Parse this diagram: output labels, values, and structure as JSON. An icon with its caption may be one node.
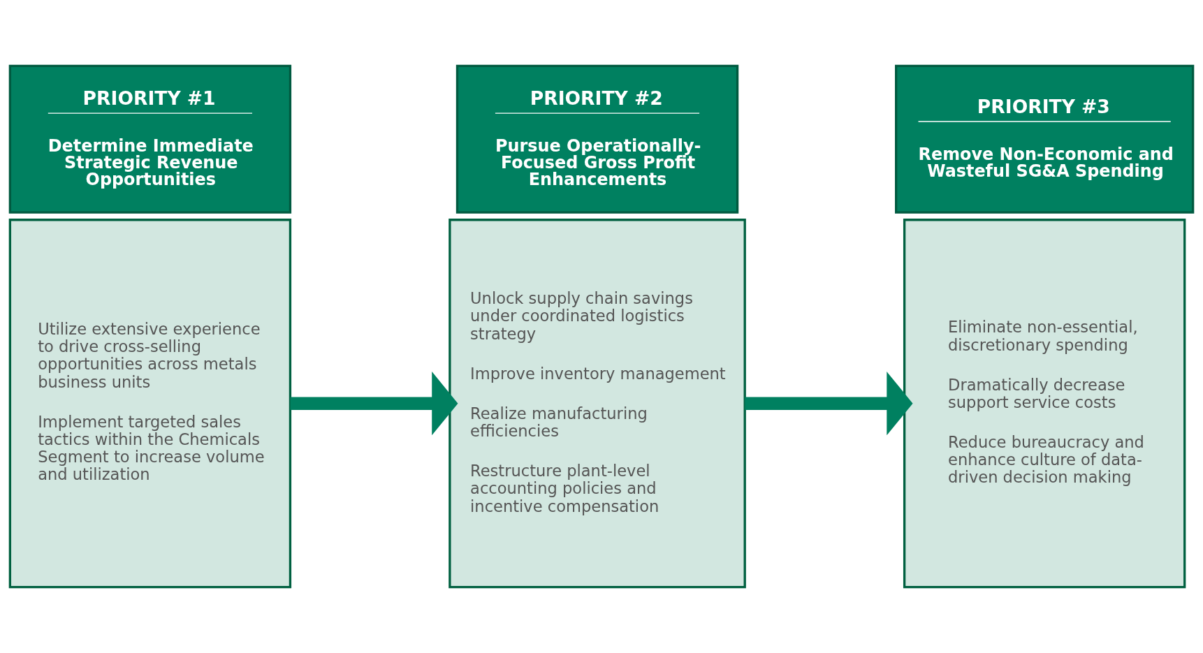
{
  "diagram": {
    "nodes": [
      {
        "text": [
          "PRIORITY #1",
          "Determine Immediate Strategic Revenue Opportunities"
        ]
      },
      {
        "text": [
          "Utilize extensive experience to drive cross-selling opportunities across metals business units",
          "Implement targeted sales tactics within the Chemicals Segment to increase volume and utilization"
        ]
      },
      {
        "text": [
          "PRIORITY #2",
          "Pursue Operationally-Focused Gross Profit Enhancements"
        ]
      },
      {
        "text": [
          "Unlock supply chain savings under coordinated logistics strategy",
          "Improve inventory management",
          "Realize manufacturing efficiencies",
          "Restructure plant-level accounting policies and incentive compensation"
        ]
      },
      {
        "text": [
          "PRIORITY #3",
          "Remove Non-Economic and Wasteful SG&A Spending"
        ]
      },
      {
        "text": [
          "Eliminate non-essential, discretionary spending",
          "Dramatically decrease support service costs",
          "Reduce bureaucracy and enhance culture of data-driven decision making"
        ]
      }
    ],
    "edges": [
      {
        "from": 1,
        "to": 3,
        "arrow": "to"
      },
      {
        "from": 3,
        "to": 5,
        "arrow": "to"
      }
    ]
  }
}
